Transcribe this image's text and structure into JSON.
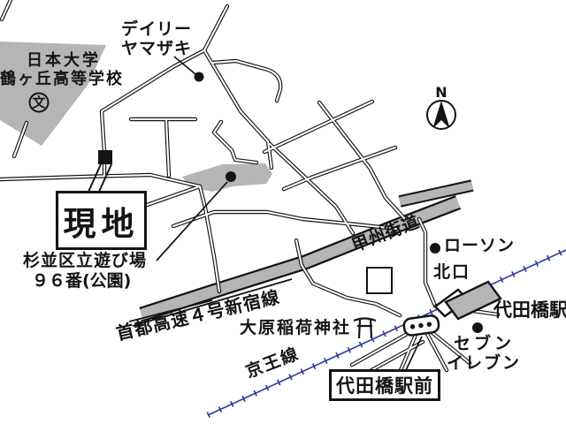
{
  "map": {
    "landmarks": {
      "university": {
        "line1": "日本大学",
        "line2": "鶴ヶ丘高等学校",
        "school_symbol": "文"
      },
      "daily_yamazaki": {
        "line1": "デイリー",
        "line2": "ヤマザキ"
      },
      "site": {
        "label": "現地"
      },
      "playground": {
        "line1": "杉並区立遊び場",
        "line2": "９６番(公園)"
      },
      "expressway": {
        "label": "首都高速４号新宿線"
      },
      "koshu_kaido": {
        "label": "甲州街道"
      },
      "lawson": {
        "label": "ローソン"
      },
      "north_exit": {
        "label": "北口"
      },
      "daitabashi_station": {
        "label": "代田橋駅"
      },
      "ohara_inari_shrine": {
        "label": "大原稲荷神社"
      },
      "keio_line": {
        "label": "京王線"
      },
      "seven_eleven": {
        "line1": "セブン",
        "line2": "イレブン"
      },
      "daitabashi_ekimae_bus_stop": {
        "label": "代田橋駅前"
      },
      "compass": {
        "north_label": "N"
      }
    },
    "colors": {
      "area_gray": "#b5b5b5",
      "line_black": "#141414",
      "rail_blue": "#2a3a9a",
      "background": "#ffffff"
    }
  }
}
